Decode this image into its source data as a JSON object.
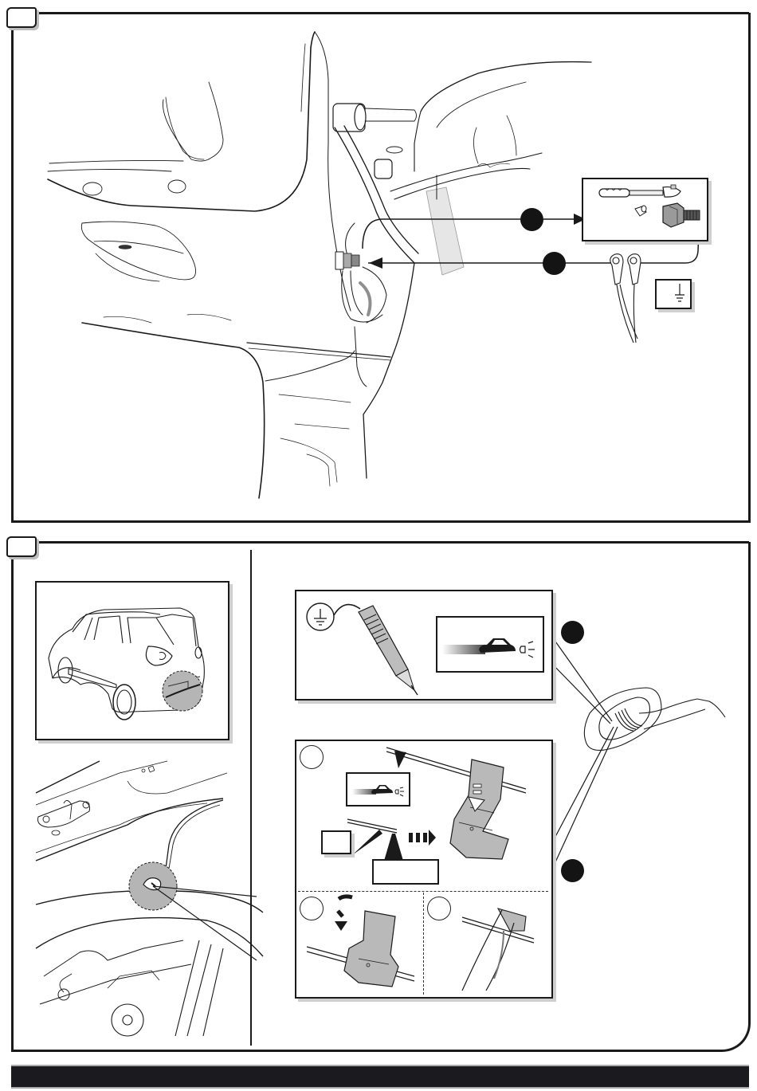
{
  "document": {
    "type": "installation-instructions-page",
    "colors": {
      "line": "#1a1a1a",
      "shade": "#c8c8c8",
      "footer_bar": "#1b1a1f",
      "callout": "#141414"
    }
  },
  "steps": [
    {
      "label": "",
      "illustration": "underbody-ground-point",
      "callouts": [
        {
          "label": "",
          "target": "tools-inset"
        },
        {
          "label": "",
          "target": "ground-terminals"
        }
      ],
      "tools_inset": {
        "items": [
          "ratchet-wrench-icon",
          "socket-icon",
          "flange-bolt-icon"
        ]
      },
      "ground_label": {
        "text": "",
        "icon": "ground-symbol-icon"
      }
    },
    {
      "label": "",
      "overview": "car-rear-three-quarter-view",
      "detail": "trunk-cable-grommet",
      "tester_panel": {
        "icons": [
          "ground-symbol-icon",
          "circuit-tester-icon",
          "tail-light-car-icon"
        ]
      },
      "splice_panel": {
        "sub_steps": [
          {
            "label": "",
            "light_icon": "tail-light-car-icon",
            "wire_label": "",
            "wire_tag": ""
          },
          {
            "label": ""
          },
          {
            "label": ""
          }
        ]
      },
      "callouts": [
        {
          "label": ""
        },
        {
          "label": ""
        }
      ]
    }
  ],
  "footer": {
    "text": ""
  }
}
